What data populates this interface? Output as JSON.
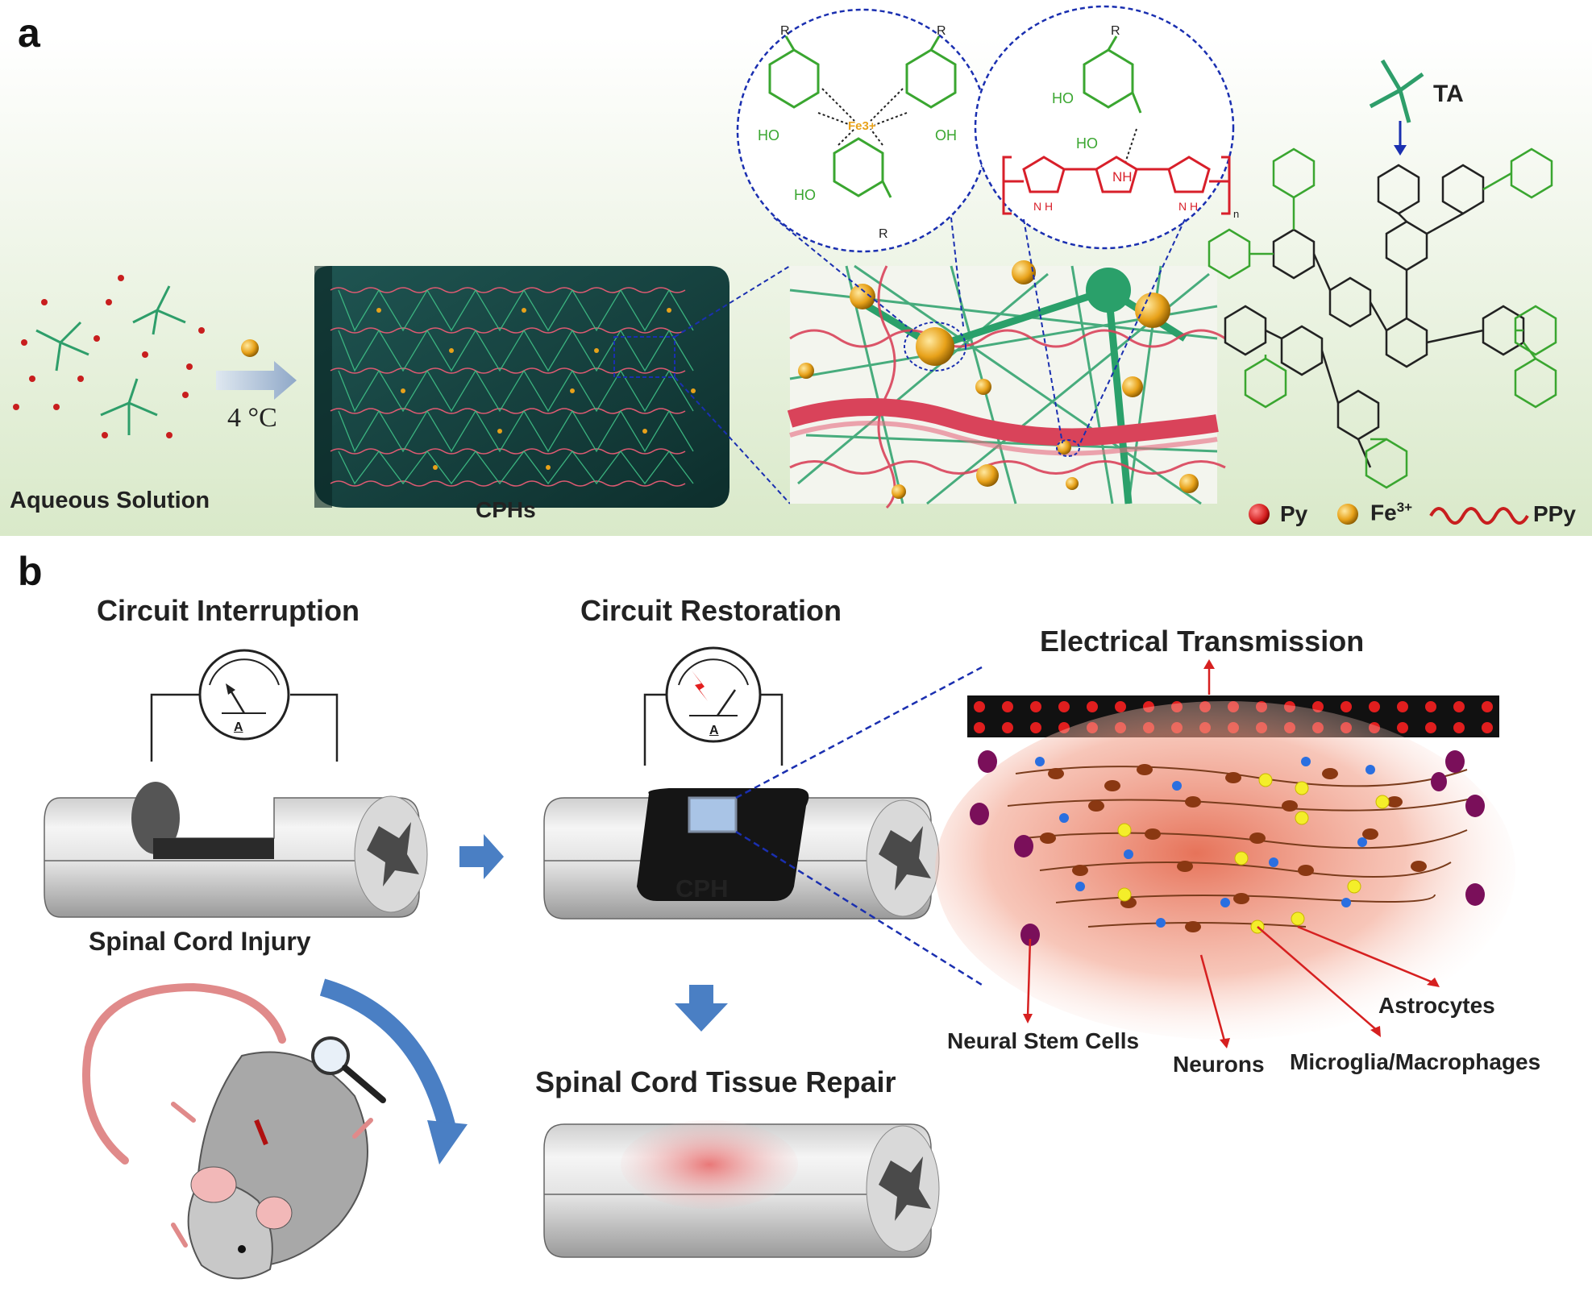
{
  "panel_a": {
    "letter": "a",
    "aqueous_label": "Aqueous Solution",
    "temperature": "4 °C",
    "cphs_label": "CPHs",
    "ta_label": "TA",
    "legend": {
      "py": "Py",
      "fe_base": "Fe",
      "fe_sup": "3+",
      "ppy": "PPy"
    },
    "chem_left": {
      "r1": "R",
      "r2": "R",
      "r3": "R",
      "ho1": "HO",
      "oh1": "OH",
      "ho2": "HO",
      "fe": "Fe3+"
    },
    "chem_right": {
      "ho1": "HO",
      "ho2": "HO",
      "r": "R",
      "nh": "NH",
      "n1": "N H",
      "n2": "N H",
      "sub": "n"
    }
  },
  "panel_b": {
    "letter": "b",
    "circuit_interruption": "Circuit Interruption",
    "circuit_restoration": "Circuit Restoration",
    "electrical_transmission": "Electrical Transmission",
    "spinal_cord_injury": "Spinal Cord Injury",
    "cph": "CPH",
    "tissue_repair": "Spinal Cord Tissue Repair",
    "ammeter_label": "A",
    "cells": {
      "neural_stem": "Neural Stem Cells",
      "neurons": "Neurons",
      "microglia": "Microglia/Macrophages",
      "astrocytes": "Astrocytes"
    }
  },
  "colors": {
    "ta_green": "#2e9e6a",
    "ppy_red": "#d9435a",
    "fe_gold": "#e8a21a",
    "hydrogel_teal": "#123f3d",
    "arrow_blue": "#4a7fc4",
    "label_red": "#d62020"
  }
}
